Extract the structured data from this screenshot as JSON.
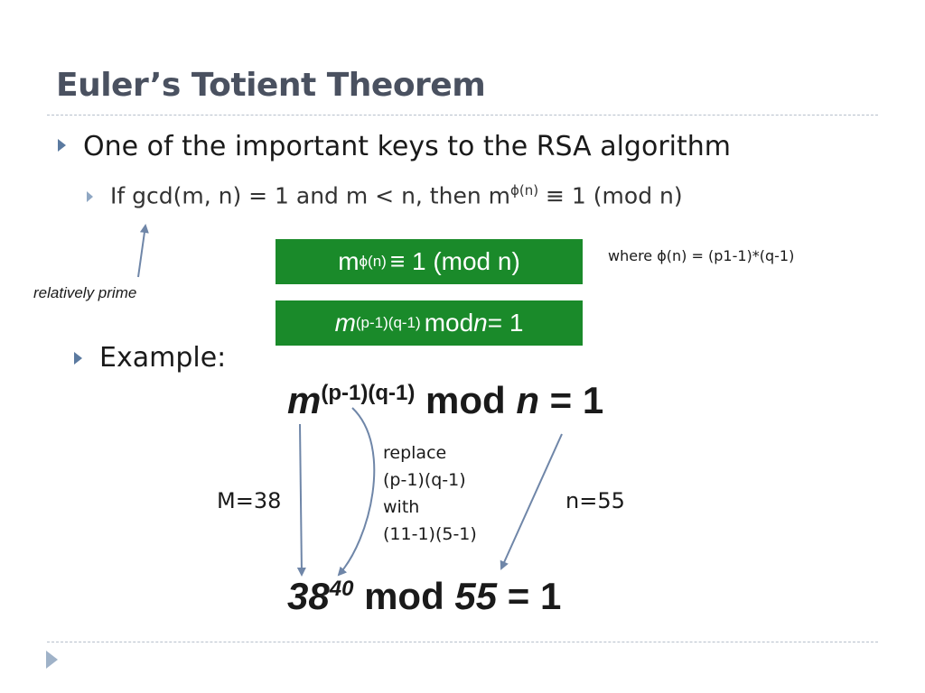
{
  "slide": {
    "title": "Euler’s Totient Theorem",
    "bullet1": "One of the important keys to the RSA algorithm",
    "bullet2": {
      "prefix": "If  gcd(m, n) = 1 and m < n, then m",
      "exponent": "ϕ(n)",
      "suffix": " ≡ 1 (mod n)"
    },
    "annotation_relatively_prime": "relatively prime",
    "box1": {
      "base": "m",
      "exponent": "ϕ(n)",
      "rest": " ≡ 1 (mod n)"
    },
    "box2": {
      "base": "m",
      "exponent": "(p-1)(q-1)",
      "rest1": " mod ",
      "n": "n",
      "rest2": " = 1"
    },
    "where_note": "where  ϕ(n) = (p1-1)*(q-1)",
    "example_label": "Example:",
    "formula": {
      "base": "m",
      "exponent": "(p-1)(q-1)",
      "mod": " mod ",
      "n": "n",
      "eq": " = 1"
    },
    "replace_note": [
      "replace",
      "(p-1)(q-1)",
      "with",
      "(11-1)(5-1)"
    ],
    "m_value": "M=38",
    "n_value": "n=55",
    "result": {
      "base": "38",
      "exponent": "40",
      "mod": " mod ",
      "n": "55",
      "eq": " = 1"
    },
    "colors": {
      "title": "#4a5160",
      "green_box": "#1a8a2a",
      "arrow": "#6f86a8",
      "bullet": "#5b7aa0"
    }
  }
}
